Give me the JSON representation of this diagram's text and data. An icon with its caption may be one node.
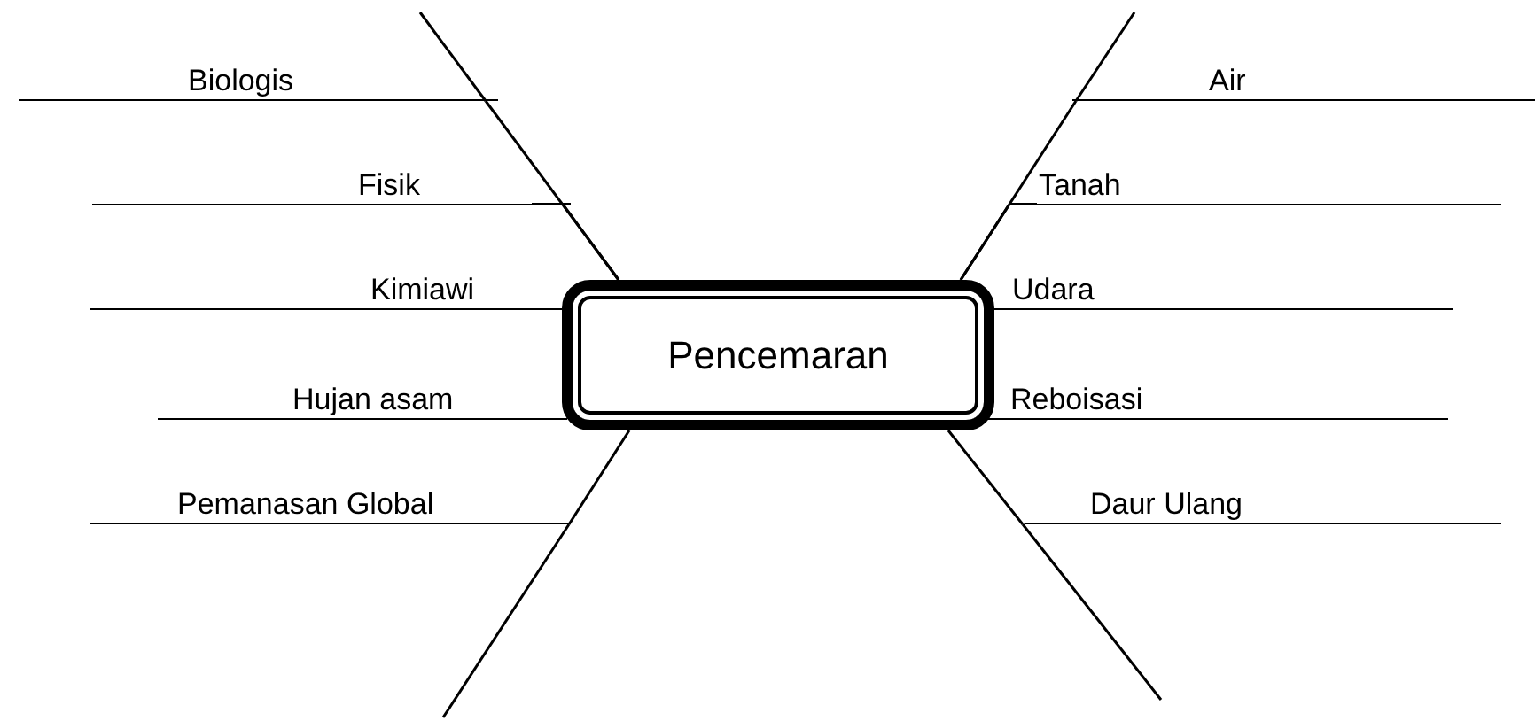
{
  "diagram": {
    "nodes": [
      {
        "text": [
          "Pencemaran"
        ]
      },
      {
        "text": [
          "Biologis"
        ]
      },
      {
        "text": [
          "Fisik"
        ]
      },
      {
        "text": [
          "Kimiawi"
        ]
      },
      {
        "text": [
          "Hujan asam"
        ]
      },
      {
        "text": [
          "Pemanasan Global"
        ]
      },
      {
        "text": [
          "Air"
        ]
      },
      {
        "text": [
          "Tanah"
        ]
      },
      {
        "text": [
          "Udara"
        ]
      },
      {
        "text": [
          "Reboisasi"
        ]
      },
      {
        "text": [
          "Daur Ulang"
        ]
      }
    ],
    "edges": [
      {
        "from": 0,
        "to": 1,
        "arrow": "none"
      },
      {
        "from": 0,
        "to": 2,
        "arrow": "none"
      },
      {
        "from": 0,
        "to": 5,
        "arrow": "none"
      },
      {
        "from": 0,
        "to": 6,
        "arrow": "none"
      },
      {
        "from": 0,
        "to": 7,
        "arrow": "none"
      },
      {
        "from": 0,
        "to": 10,
        "arrow": "none"
      }
    ]
  }
}
